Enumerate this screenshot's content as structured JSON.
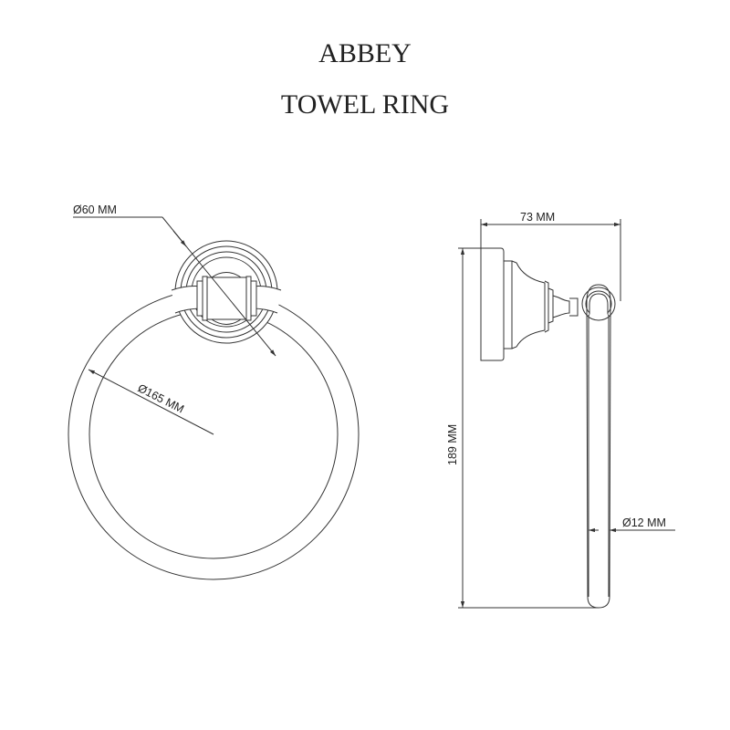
{
  "title": {
    "line1": "ABBEY",
    "line2": "TOWEL RING"
  },
  "dimensions": {
    "rosette_diameter": "Ø60 MM",
    "ring_diameter": "Ø165 MM",
    "projection": "73 MM",
    "height": "189 MM",
    "tube_diameter": "Ø12 MM"
  },
  "colors": {
    "line": "#333333",
    "background": "#ffffff"
  }
}
